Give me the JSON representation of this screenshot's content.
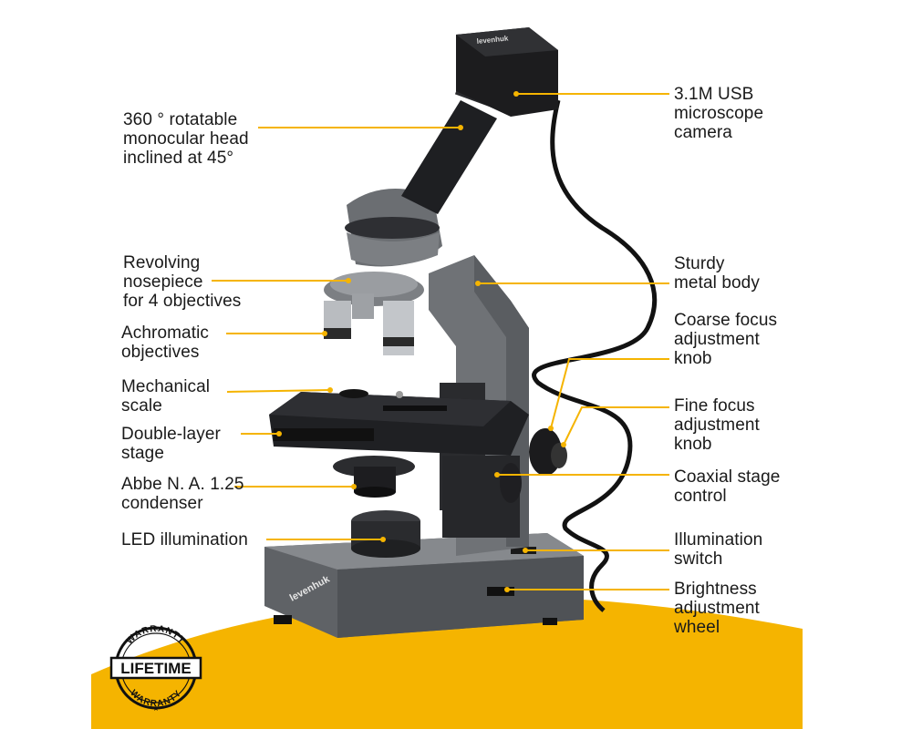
{
  "colors": {
    "accent": "#f5b400",
    "background": "#ffffff",
    "text": "#1a1a1a",
    "microscope_body": "#6f7276",
    "microscope_dark": "#1e1f22"
  },
  "brand": {
    "camera_logo": "levenhuk",
    "base_logo": "levenhuk"
  },
  "badge": {
    "top_text": "WARRANTY",
    "center_text": "LIFETIME",
    "bottom_text": "WARRANTY"
  },
  "labels": {
    "head": "360 ° rotatable\nmonocular head\ninclined at 45°",
    "nosepiece": "Revolving\nnosepiece\nfor 4 objectives",
    "objectives": "Achromatic\nobjectives",
    "scale": "Mechanical\nscale",
    "stage": "Double-layer\nstage",
    "condenser": "Abbe N. A. 1.25\ncondenser",
    "led": "LED illumination",
    "camera": "3.1M USB\nmicroscope\ncamera",
    "body": "Sturdy\nmetal body",
    "coarse": "Coarse focus\nadjustment\nknob",
    "fine": "Fine focus\nadjustment\nknob",
    "coaxial": "Coaxial stage\ncontrol",
    "switch": "Illumination\nswitch",
    "brightness": "Brightness\nadjustment\nwheel"
  }
}
